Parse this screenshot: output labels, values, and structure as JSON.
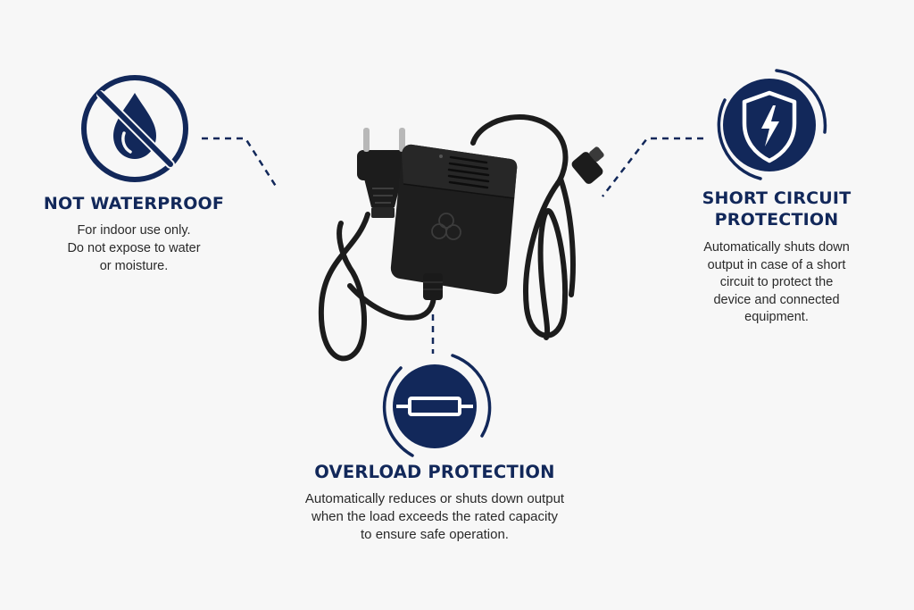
{
  "colors": {
    "navy": "#12285a",
    "text": "#2a2a2a",
    "background": "#f7f7f7",
    "product": "#1c1c1c"
  },
  "icons": {
    "not_waterproof": "crossed-water-drop-icon",
    "short_circuit": "shield-lightning-icon",
    "overload": "fuse-icon"
  },
  "features": {
    "not_waterproof": {
      "title": "NOT WATERPROOF",
      "lines": [
        "For indoor use only.",
        "Do not expose to water",
        "or moisture."
      ]
    },
    "short_circuit": {
      "title_lines": [
        "SHORT CIRCUIT",
        "PROTECTION"
      ],
      "lines": [
        "Automatically shuts down",
        "output in case of a short",
        "circuit to protect the",
        "device and connected",
        "equipment."
      ]
    },
    "overload": {
      "title": "OVERLOAD PROTECTION",
      "lines": [
        "Automatically reduces or shuts down output",
        "when the load exceeds the rated capacity",
        "to ensure safe operation."
      ]
    }
  }
}
